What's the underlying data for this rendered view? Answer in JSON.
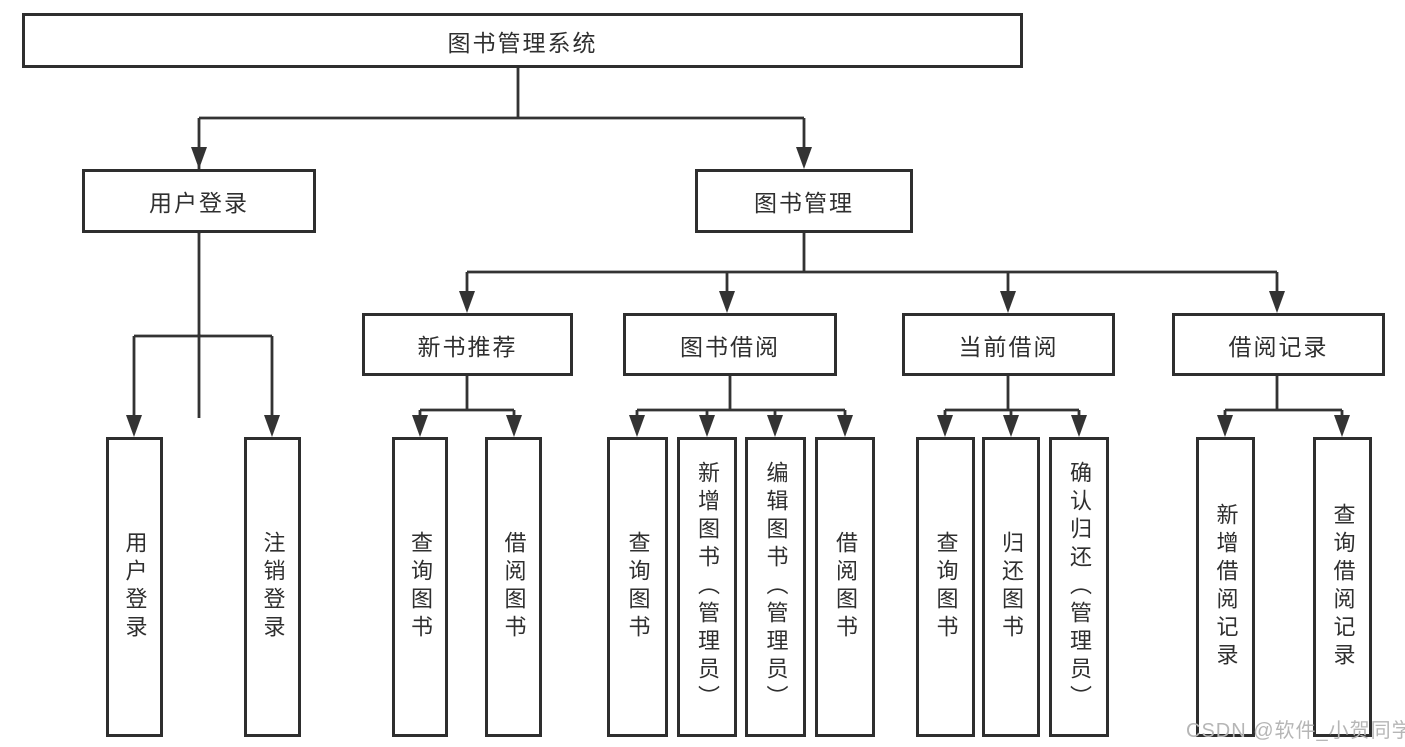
{
  "diagram": {
    "title": "图书管理系统",
    "branches": [
      {
        "label": "用户登录",
        "children": [
          "用户登录",
          "注销登录"
        ]
      },
      {
        "label": "图书管理",
        "sections": [
          {
            "label": "新书推荐",
            "children": [
              "查询图书",
              "借阅图书"
            ]
          },
          {
            "label": "图书借阅",
            "children": [
              "查询图书",
              "新增图书（管理员）",
              "编辑图书（管理员）",
              "借阅图书"
            ]
          },
          {
            "label": "当前借阅",
            "children": [
              "查询图书",
              "归还图书",
              "确认归还（管理员）"
            ]
          },
          {
            "label": "借阅记录",
            "children": [
              "新增借阅记录",
              "查询借阅记录"
            ]
          }
        ]
      }
    ],
    "line_color": "#333333",
    "box_background": "#ffffff"
  },
  "watermark": {
    "text": "CSDN @软件_小贺同学"
  }
}
